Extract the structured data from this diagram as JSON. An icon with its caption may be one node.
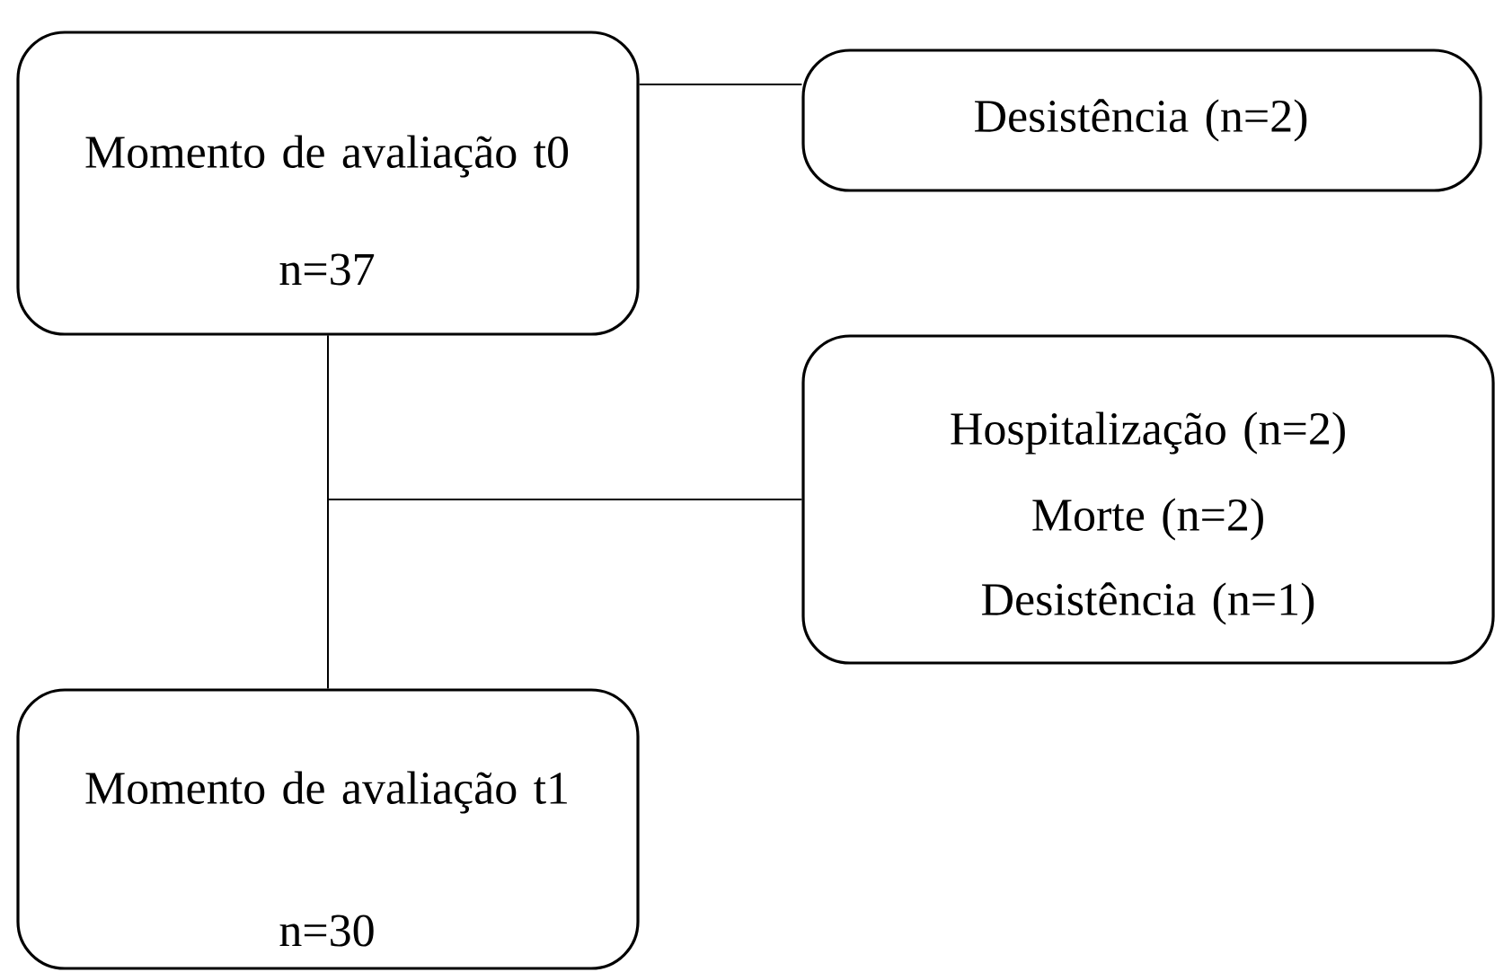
{
  "diagram": {
    "nodes": [
      {
        "text": [
          "Momento de avaliação t0",
          "n=37"
        ]
      },
      {
        "text": [
          "Desistência (n=2)"
        ]
      },
      {
        "text": [
          "Hospitalização (n=2)",
          "Morte (n=2)",
          "Desistência (n=1)"
        ]
      },
      {
        "text": [
          "Momento de avaliação t1",
          "n=30"
        ]
      }
    ],
    "edges": [
      {
        "from": 0,
        "to": 1,
        "arrow": "none"
      },
      {
        "from": 0,
        "to": 2,
        "arrow": "none"
      },
      {
        "from": 0,
        "to": 3,
        "arrow": "none"
      }
    ]
  }
}
